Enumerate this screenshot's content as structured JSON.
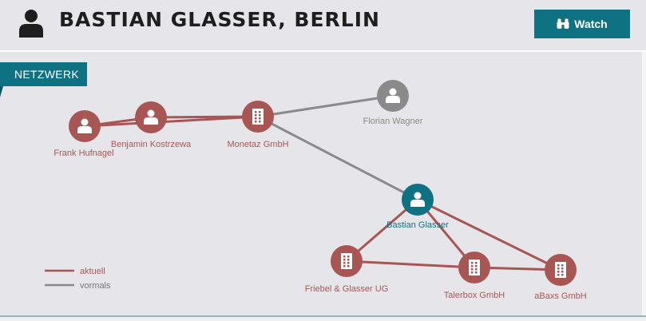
{
  "header": {
    "title": "BASTIAN GLASSER, BERLIN",
    "icon": "person-icon",
    "watch_label": "Watch",
    "watch_icon": "binoculars-icon"
  },
  "section": {
    "tab_label": "NETZWERK"
  },
  "colors": {
    "accent": "#0e7283",
    "current": "#a85654",
    "former": "#8a8a8a"
  },
  "network": {
    "nodes": [
      {
        "id": "frank",
        "label": "Frank Hufnagel",
        "kind": "person",
        "status": "aktuell"
      },
      {
        "id": "benjamin",
        "label": "Benjamin Kostrzewa",
        "kind": "person",
        "status": "aktuell"
      },
      {
        "id": "monetaz",
        "label": "Monetaz GmbH",
        "kind": "company",
        "status": "aktuell"
      },
      {
        "id": "florian",
        "label": "Florian Wagner",
        "kind": "person",
        "status": "vormals"
      },
      {
        "id": "bastian",
        "label": "Bastian Glasser",
        "kind": "person",
        "status": "focus"
      },
      {
        "id": "friebel",
        "label": "Friebel & Glasser UG",
        "kind": "company",
        "status": "aktuell"
      },
      {
        "id": "talerbox",
        "label": "Talerbox GmbH",
        "kind": "company",
        "status": "aktuell"
      },
      {
        "id": "abaxs",
        "label": "aBaxs GmbH",
        "kind": "company",
        "status": "aktuell"
      }
    ],
    "edges": [
      {
        "from": "frank",
        "to": "benjamin",
        "status": "aktuell"
      },
      {
        "from": "frank",
        "to": "monetaz",
        "status": "aktuell"
      },
      {
        "from": "benjamin",
        "to": "monetaz",
        "status": "aktuell"
      },
      {
        "from": "monetaz",
        "to": "florian",
        "status": "vormals"
      },
      {
        "from": "monetaz",
        "to": "bastian",
        "status": "vormals"
      },
      {
        "from": "bastian",
        "to": "friebel",
        "status": "aktuell"
      },
      {
        "from": "bastian",
        "to": "talerbox",
        "status": "aktuell"
      },
      {
        "from": "bastian",
        "to": "abaxs",
        "status": "aktuell"
      },
      {
        "from": "friebel",
        "to": "talerbox",
        "status": "aktuell"
      },
      {
        "from": "talerbox",
        "to": "abaxs",
        "status": "aktuell"
      }
    ]
  },
  "legend": {
    "current_label": "aktuell",
    "former_label": "vormals"
  }
}
